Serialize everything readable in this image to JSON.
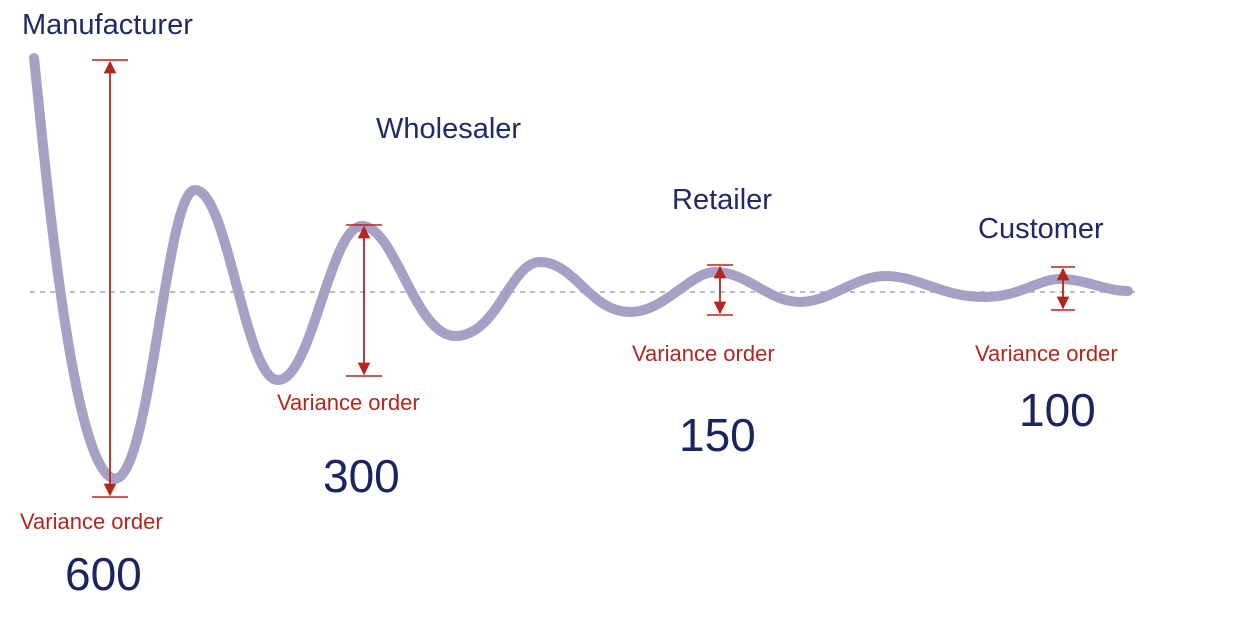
{
  "diagram": {
    "stages": [
      {
        "name": "Manufacturer",
        "variance_label": "Variance order",
        "variance_value": "600"
      },
      {
        "name": "Wholesaler",
        "variance_label": "Variance order",
        "variance_value": "300"
      },
      {
        "name": "Retailer",
        "variance_label": "Variance order",
        "variance_value": "150"
      },
      {
        "name": "Customer",
        "variance_label": "Variance order",
        "variance_value": "100"
      }
    ],
    "colors": {
      "wave": "#a8a0c4",
      "baseline": "#9aa9bd",
      "arrow": "#b3261e",
      "stage_text": "#1f2a66",
      "value_text": "#1a2460"
    }
  }
}
